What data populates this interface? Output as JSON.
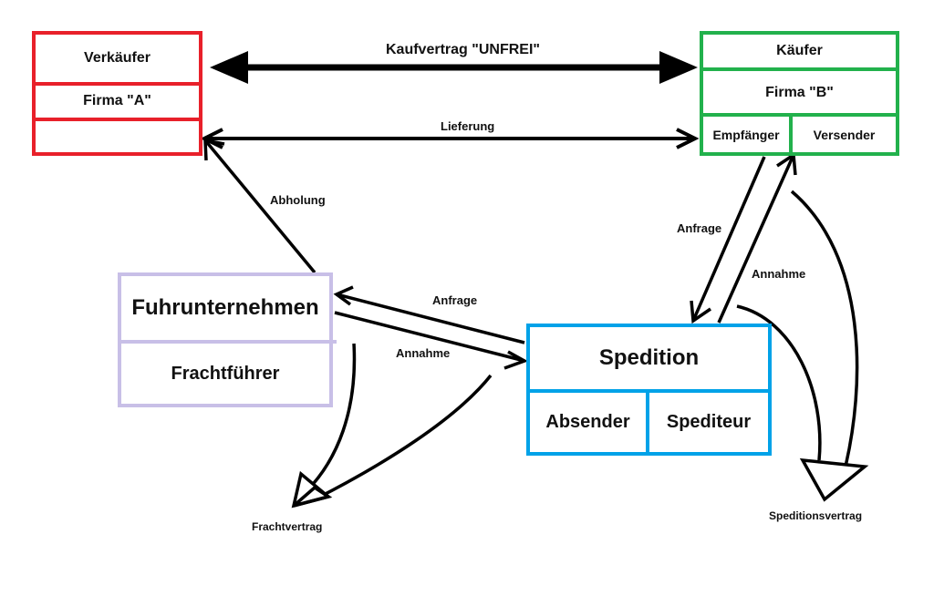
{
  "seller": {
    "title": "Verkäufer",
    "company": "Firma \"A\"",
    "extra": ""
  },
  "buyer": {
    "title": "Käufer",
    "company": "Firma \"B\"",
    "role_receiver": "Empfänger",
    "role_sender": "Versender"
  },
  "carrier": {
    "title": "Fuhrunternehmen",
    "role": "Frachtführer"
  },
  "forwarder": {
    "title": "Spedition",
    "role_sender": "Absender",
    "role_forwarder": "Spediteur"
  },
  "labels": {
    "sales_contract": "Kaufvertrag \"UNFREI\"",
    "delivery": "Lieferung",
    "pickup": "Abholung",
    "request_buyer": "Anfrage",
    "accept_buyer": "Annahme",
    "request_carrier": "Anfrage",
    "accept_carrier": "Annahme",
    "freight_contract": "Frachtvertrag",
    "forwarding_contract": "Speditionsvertrag"
  }
}
